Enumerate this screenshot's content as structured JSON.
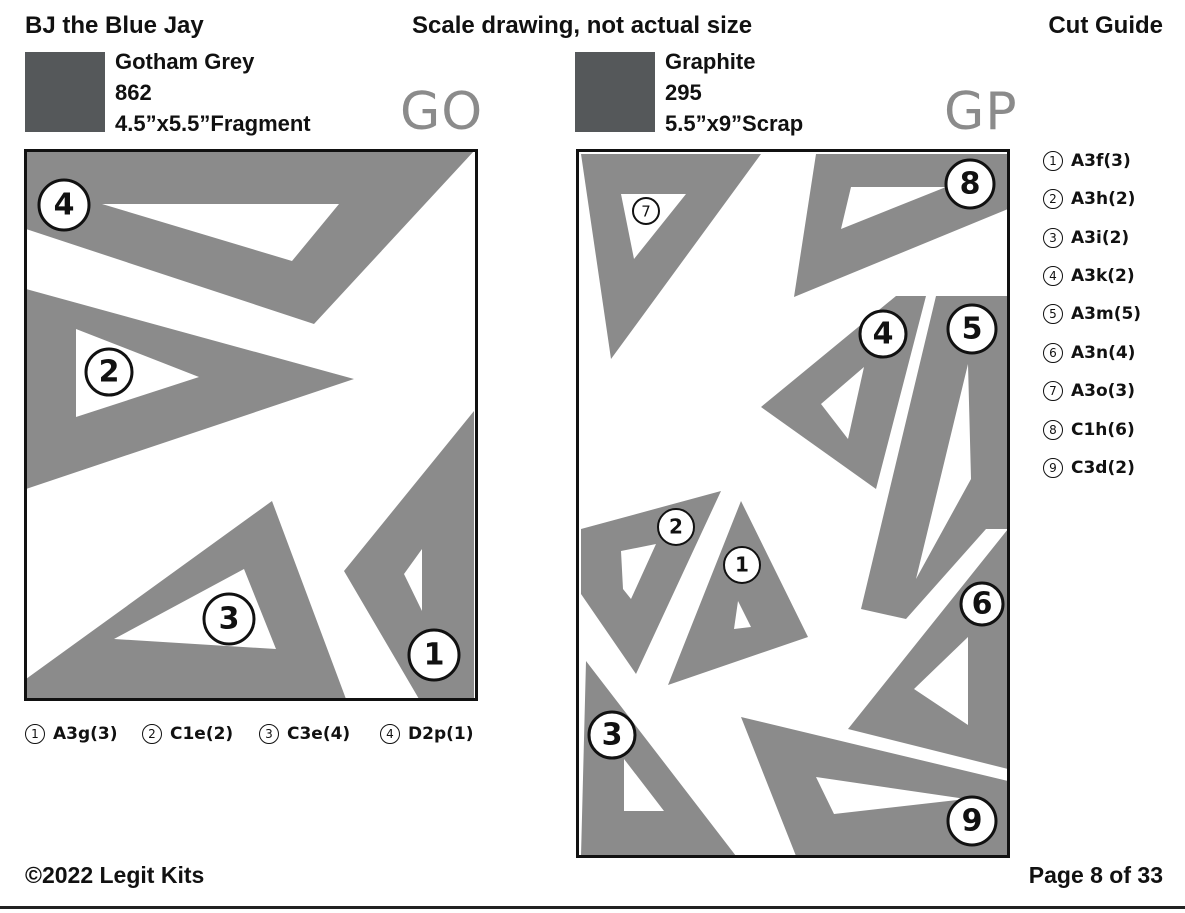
{
  "header": {
    "title": "BJ the Blue Jay",
    "subtitle": "Scale drawing, not actual size",
    "right": "Cut Guide"
  },
  "colors": {
    "fabric": "#8b8b8b",
    "swatch": "#55585a",
    "outline": "#111111"
  },
  "left_fabric": {
    "name": "Gotham Grey",
    "number": "862",
    "size": "4.5”x5.5”Fragment",
    "code": "GO",
    "pieces": [
      {
        "n": "1",
        "label": "A3g(3)"
      },
      {
        "n": "2",
        "label": "C1e(2)"
      },
      {
        "n": "3",
        "label": "C3e(4)"
      },
      {
        "n": "4",
        "label": "D2p(1)"
      }
    ]
  },
  "right_fabric": {
    "name": "Graphite",
    "number": "295",
    "size": "5.5”x9”Scrap",
    "code": "GP",
    "pieces": [
      {
        "n": "1",
        "label": "A3f(3)"
      },
      {
        "n": "2",
        "label": "A3h(2)"
      },
      {
        "n": "3",
        "label": "A3i(2)"
      },
      {
        "n": "4",
        "label": "A3k(2)"
      },
      {
        "n": "5",
        "label": "A3m(5)"
      },
      {
        "n": "6",
        "label": "A3n(4)"
      },
      {
        "n": "7",
        "label": "A3o(3)"
      },
      {
        "n": "8",
        "label": "C1h(6)"
      },
      {
        "n": "9",
        "label": "C3d(2)"
      }
    ]
  },
  "footer": {
    "copyright": "©2022 Legit Kits",
    "page": "Page 8 of 33"
  }
}
